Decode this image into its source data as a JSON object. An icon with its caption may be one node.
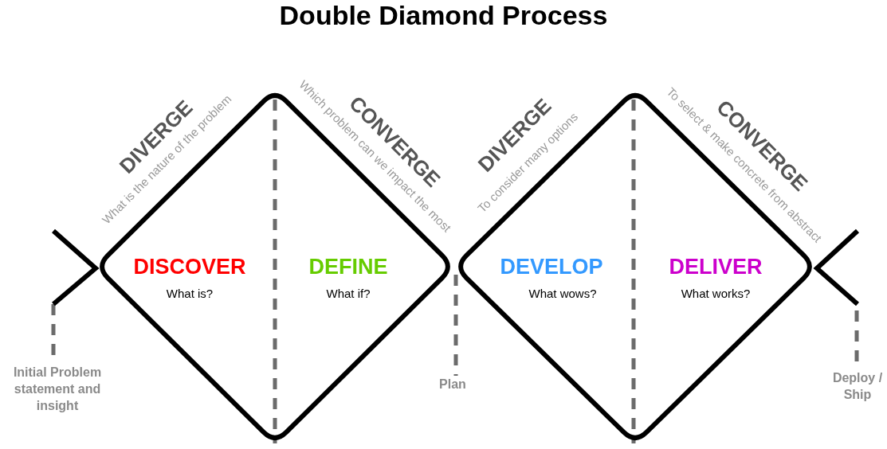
{
  "diagram": {
    "title": "Double Diamond Process",
    "nodes": [
      {
        "text": [],
        "shape": "diamond"
      },
      {
        "text": [
          "DISCOVER",
          "What is?"
        ],
        "in": 0
      },
      {
        "text": [
          "DEFINE",
          "What if?"
        ],
        "in": 0
      },
      {
        "text": [],
        "shape": "diamond"
      },
      {
        "text": [
          "DEVELOP",
          "What wows?"
        ],
        "in": 3
      },
      {
        "text": [
          "DELIVER",
          "What works?"
        ],
        "in": 3
      }
    ],
    "labels": [
      "DIVERGE",
      "What is the nature of the problem",
      "CONVERGE",
      "Which problem can we impact the most",
      "DIVERGE",
      "To consider many options",
      "CONVERGE",
      "To select & make concrete from abstract",
      "Initial Problem statement and insight",
      "Plan",
      "Deploy / Ship"
    ]
  }
}
